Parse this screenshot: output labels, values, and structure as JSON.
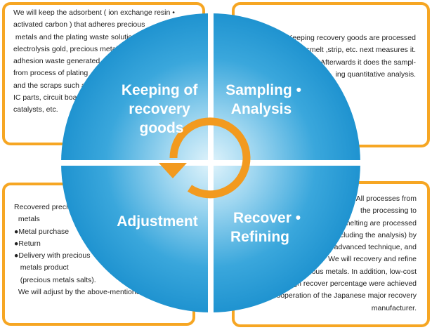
{
  "quadrants": {
    "top_left": {
      "title_lines": [
        "Keeping of",
        "recovery",
        "goods"
      ],
      "description_lines": [
        "We will keep the adsorbent ( ion exchange resin •",
        "activated carbon ) that adheres precious",
        " metals and the plating waste solution,",
        "electrolysis gold, precious metals",
        "adhesion waste generated",
        "from process of plating",
        "and the scraps such as",
        "IC parts, circuit boards,",
        "catalysts, etc."
      ]
    },
    "top_right": {
      "title_lines": [
        "Sampling •",
        "Analysis"
      ],
      "description_lines": [
        "Keeping recovery goods are processed",
        "smelt ,strip, etc. next measures it.",
        "Afterwards it does the sampl-",
        "ing quantitative analysis."
      ]
    },
    "bottom_left": {
      "title_lines": [
        "Adjustment"
      ],
      "description_lines": [
        "Recovered precious",
        "  metals",
        "●Metal purchase",
        "●Return",
        "●Delivery with precious",
        "   metals product",
        "   (precious metals salts).",
        "  We will adjust by the above-mentioned methods."
      ]
    },
    "bottom_right": {
      "title_lines": [
        "Recover •",
        "Refining"
      ],
      "description_lines": [
        "All processes from",
        "the processing to",
        "smelting are processed",
        "(including the analysis) by",
        "the advanced technique, and",
        "We will recovery and refine",
        "precious metals. In addition, low-cost",
        "and a high recover percentage were achieved",
        "by cooperation of the Japanese major recovery",
        "manufacturer."
      ]
    }
  },
  "colors": {
    "border_orange": "#f6a623",
    "arrow_orange": "#f29a1f",
    "circle_outer": "#2b9fd8",
    "circle_inner": "#bfe7f7",
    "label_white": "#ffffff"
  },
  "icons": {
    "cycle_arrow": "circular-arrow-icon"
  }
}
